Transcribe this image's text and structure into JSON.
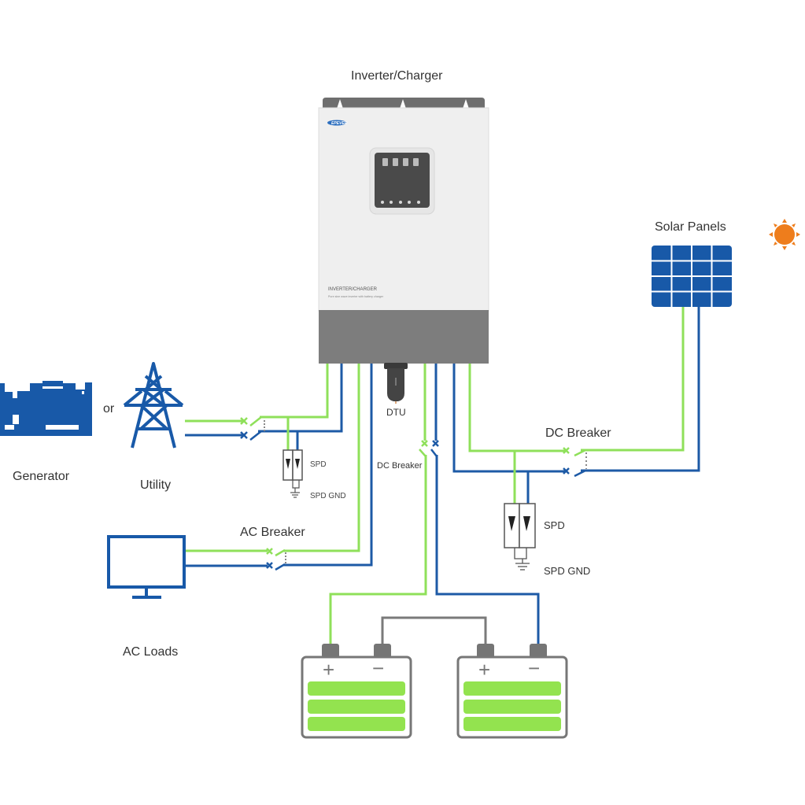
{
  "title": "Inverter/Charger",
  "colors": {
    "ac_line": "#8fe05a",
    "neutral_negative": "#1d5aa6",
    "battery_link": "#7a7a7a",
    "icon_blue": "#1859a8",
    "sun": "#ee7d1c",
    "battery_fill": "#93e34f",
    "battery_outline": "#777777",
    "inverter_body": "#eeeeee",
    "inverter_base": "#7d7d7d"
  },
  "inverter": {
    "label": "Inverter/Charger",
    "brand": "EPEVER",
    "panel_text": "INVERTER/CHARGER",
    "panel_subtext": "Pure sine wave inverter with battery charger"
  },
  "components": {
    "generator": {
      "label": "Generator",
      "icon": "generator-icon"
    },
    "or_text": "or",
    "utility": {
      "label": "Utility",
      "icon": "power-tower-icon"
    },
    "ac_loads": {
      "label": "AC Loads",
      "icon": "monitor-icon"
    },
    "dtu": {
      "label": "DTU"
    },
    "solar_panels": {
      "label": "Solar Panels",
      "icon": "solar-panel-icon"
    },
    "sun": {
      "icon": "sun-icon"
    },
    "batteries": [
      {
        "positive": "+",
        "negative": "−",
        "charge_bars": 3
      },
      {
        "positive": "+",
        "negative": "−",
        "charge_bars": 3
      }
    ]
  },
  "breakers": {
    "ac_input": {
      "label": ""
    },
    "ac_output": {
      "label": "AC Breaker"
    },
    "dc_battery": {
      "label": "DC Breaker"
    },
    "dc_pv": {
      "label": "DC Breaker"
    }
  },
  "spd": {
    "ac": {
      "label": "SPD",
      "gnd_label": "SPD GND"
    },
    "dc": {
      "label": "SPD",
      "gnd_label": "SPD GND"
    }
  }
}
